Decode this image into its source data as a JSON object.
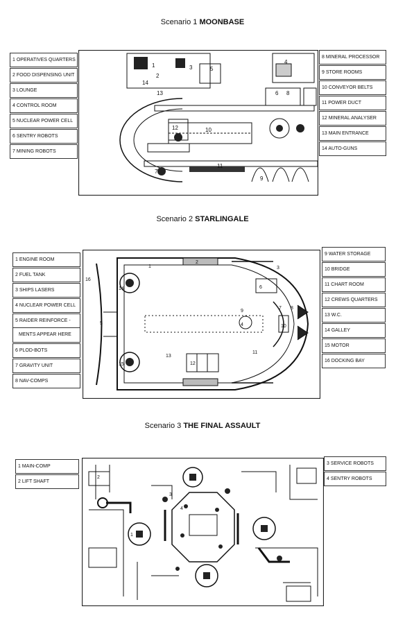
{
  "scenario1": {
    "title_prefix": "Scenario 1",
    "title_name": "MOONBASE",
    "legend_left": [
      "1 OPERATIVES QUARTERS",
      "2 FOOD DISPENSING UNIT",
      "3 LOUNGE",
      "4 CONTROL ROOM",
      "5 NUCLEAR POWER CELL",
      "6 SENTRY ROBOTS",
      "7 MINING ROBOTS"
    ],
    "legend_right": [
      "8 MINERAL PROCESSOR",
      "9 STORE ROOMS",
      "10 CONVEYOR BELTS",
      "11 POWER DUCT",
      "12 MINERAL ANALYSER",
      "13 MAIN ENTRANCE",
      "14 AUTO-GUNS"
    ],
    "map_labels": [
      "1",
      "2",
      "3",
      "4",
      "5",
      "6",
      "7",
      "8",
      "9",
      "10",
      "11",
      "12",
      "13",
      "14"
    ]
  },
  "scenario2": {
    "title_prefix": "Scenario 2",
    "title_name": "STARLINGALE",
    "legend_left": [
      "1 ENGINE ROOM",
      "2 FUEL TANK",
      "3 SHIPS LASERS",
      "4 NUCLEAR POWER CELL",
      "5 RAIDER REINFORCE -",
      "MENTS APPEAR HERE",
      "6 PLOD-BOTS",
      "7 GRAVITY UNIT",
      "8 NAV-COMPS"
    ],
    "legend_right": [
      "9 WATER STORAGE",
      "10 BRIDGE",
      "11 CHART ROOM",
      "12 CREWS QUARTERS",
      "13 W.C.",
      "14 GALLEY",
      "15 MOTOR",
      "16 DOCKING BAY"
    ],
    "map_labels": [
      "1",
      "2",
      "3",
      "4",
      "5",
      "6",
      "7",
      "8",
      "9",
      "10",
      "11",
      "12",
      "13",
      "14",
      "15",
      "16"
    ]
  },
  "scenario3": {
    "title_prefix": "Scenario 3",
    "title_name": "THE FINAL ASSAULT",
    "legend_left": [
      "1 MAIN-COMP",
      "2 LIFT SHAFT"
    ],
    "legend_right": [
      "3 SERVICE ROBOTS",
      "4 SENTRY ROBOTS"
    ],
    "map_labels": [
      "1",
      "2",
      "3",
      "4"
    ]
  }
}
